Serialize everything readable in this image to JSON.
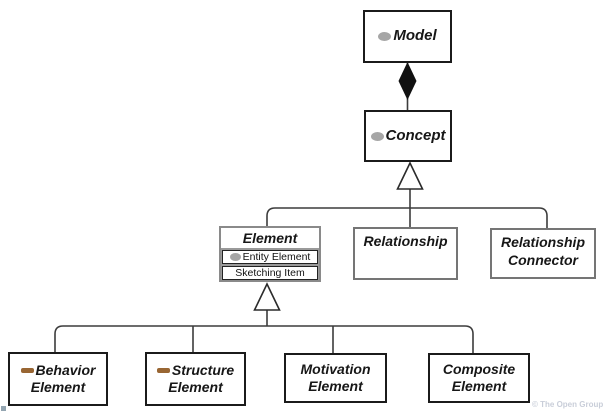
{
  "diagram": {
    "watermark": "© The Open Group",
    "nodes": {
      "model": {
        "label": "Model",
        "icon": "ellipse"
      },
      "concept": {
        "label": "Concept",
        "icon": "ellipse"
      },
      "element": {
        "label": "Element",
        "compartments": [
          {
            "label": "Entity Element",
            "icon": "ellipse"
          },
          {
            "label": "Sketching Item"
          }
        ]
      },
      "relationship": {
        "label": "Relationship"
      },
      "relationship_connector": {
        "label": "Relationship Connector"
      },
      "behavior_element": {
        "label": "Behavior Element",
        "icon": "dash"
      },
      "structure_element": {
        "label": "Structure Element",
        "icon": "dash"
      },
      "motivation_element": {
        "label": "Motivation Element"
      },
      "composite_element": {
        "label": "Composite Element"
      }
    },
    "relations": [
      {
        "type": "composition",
        "from": "Model",
        "to": "Concept"
      },
      {
        "type": "generalization",
        "parent": "Concept",
        "children": [
          "Element",
          "Relationship",
          "Relationship Connector"
        ]
      },
      {
        "type": "generalization",
        "parent": "Element",
        "children": [
          "Behavior Element",
          "Structure Element",
          "Motivation Element",
          "Composite Element"
        ]
      }
    ],
    "colors": {
      "box_border_black": "#1b1b1b",
      "box_border_gray": "#757575",
      "ellipse_icon": "#a6a6a6",
      "dash_icon": "#996633",
      "connector": "#3c3c3c",
      "diamond_fill": "#111111",
      "watermark": "#c9ced9"
    }
  }
}
